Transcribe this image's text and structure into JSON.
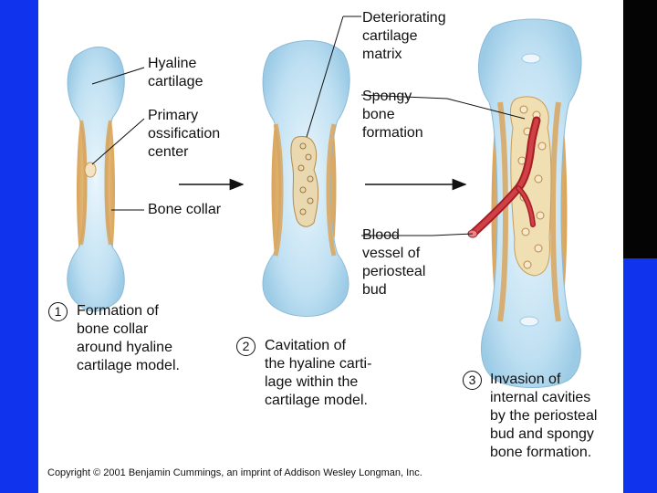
{
  "labels": {
    "hyaline_cartilage": "Hyaline\ncartilage",
    "primary_ossification": "Primary\nossification\ncenter",
    "bone_collar": "Bone collar",
    "deteriorating_matrix": "Deteriorating\ncartilage\nmatrix",
    "spongy_bone": "Spongy\nbone\nformation",
    "blood_vessel": "Blood\nvessel of\nperiosteal\nbud"
  },
  "steps": [
    {
      "number": "1",
      "caption": "Formation of\nbone collar\naround hyaline\ncartilage model."
    },
    {
      "number": "2",
      "caption": "Cavitation of\nthe hyaline carti-\nlage within the\ncartilage model."
    },
    {
      "number": "3",
      "caption": "Invasion of\ninternal cavities\nby the periosteal\nbud and spongy\nbone formation."
    }
  ],
  "copyright": "Copyright © 2001 Benjamin Cummings, an imprint of Addison Wesley Longman, Inc.",
  "colors": {
    "cartilage": "#bfe0f2",
    "bone_collar": "#e8c288",
    "blood_vessel": "#c0282e",
    "frame_blue": "#1034ee"
  }
}
